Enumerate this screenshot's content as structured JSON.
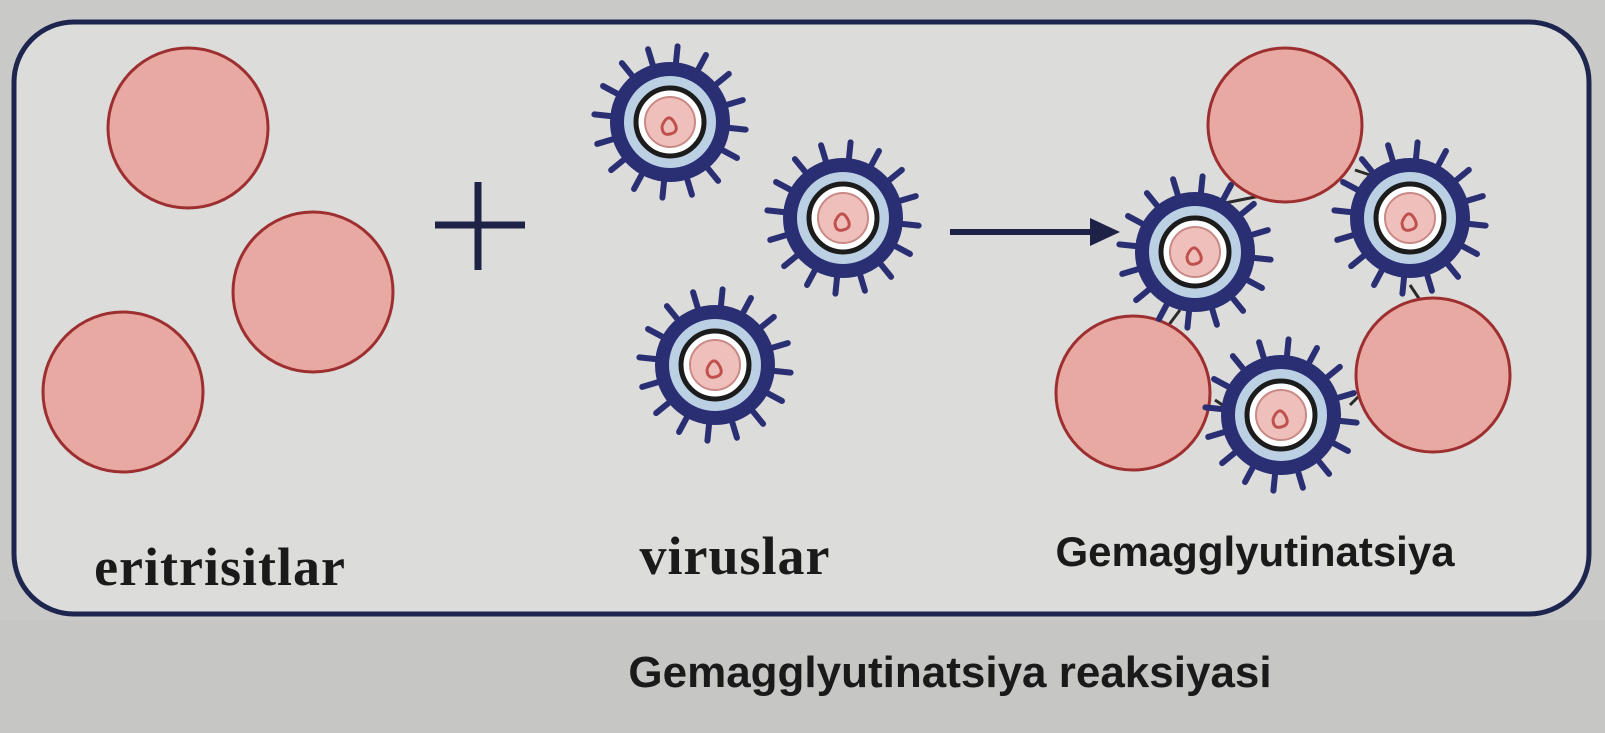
{
  "labels": {
    "erythrocytes": "eritrisitlar",
    "viruses": "viruslar",
    "result": "Gemagglyutinatsiya"
  },
  "caption": "Gemagglyutinatsiya reaksiyasi",
  "symbols": {
    "plus": "plus-sign",
    "arrow": "arrow-right"
  },
  "colors": {
    "background": "#c9cac8",
    "panel": "#dcdcda",
    "panel_border": "#1e2650",
    "erythrocyte_fill": "#e9a9a3",
    "erythrocyte_stroke": "#9e2f30",
    "virus_envelope": "#2a2f74",
    "virus_ring": "#bcd0e4",
    "virus_capsid": "#efc0bb"
  }
}
